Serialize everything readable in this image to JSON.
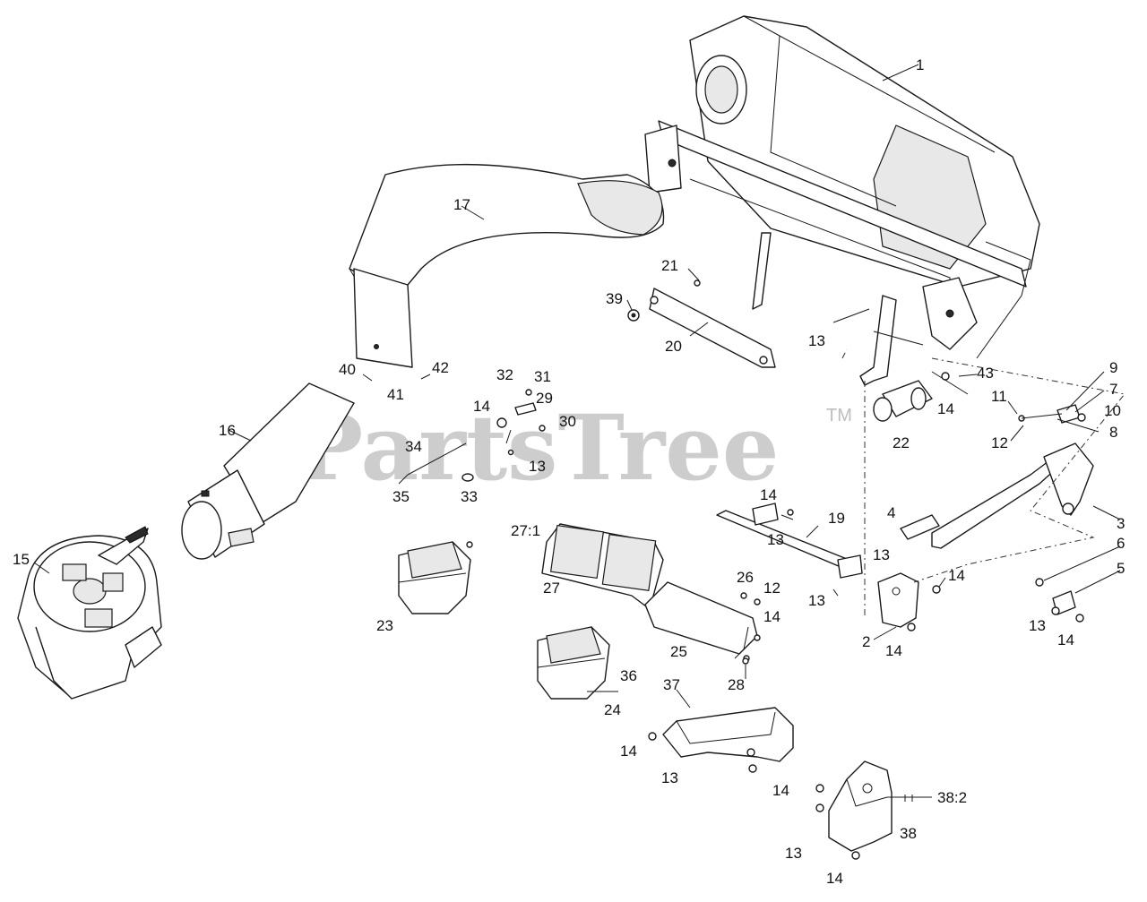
{
  "watermark": {
    "text": "PartsTree",
    "trademark": "TM"
  },
  "callouts": [
    {
      "id": "c1",
      "text": "1"
    },
    {
      "id": "c2",
      "text": "2"
    },
    {
      "id": "c3",
      "text": "3"
    },
    {
      "id": "c4",
      "text": "4"
    },
    {
      "id": "c5",
      "text": "5"
    },
    {
      "id": "c6",
      "text": "6"
    },
    {
      "id": "c7",
      "text": "7"
    },
    {
      "id": "c8",
      "text": "8"
    },
    {
      "id": "c9",
      "text": "9"
    },
    {
      "id": "c10",
      "text": "10"
    },
    {
      "id": "c11",
      "text": "11"
    },
    {
      "id": "c12a",
      "text": "12"
    },
    {
      "id": "c12b",
      "text": "12"
    },
    {
      "id": "c13a",
      "text": "13"
    },
    {
      "id": "c13b",
      "text": "13"
    },
    {
      "id": "c13c",
      "text": "13"
    },
    {
      "id": "c13d",
      "text": "13"
    },
    {
      "id": "c13e",
      "text": "13"
    },
    {
      "id": "c13f",
      "text": "13"
    },
    {
      "id": "c13g",
      "text": "13"
    },
    {
      "id": "c13h",
      "text": "13"
    },
    {
      "id": "c14a",
      "text": "14"
    },
    {
      "id": "c14b",
      "text": "14"
    },
    {
      "id": "c14c",
      "text": "14"
    },
    {
      "id": "c14d",
      "text": "14"
    },
    {
      "id": "c14e",
      "text": "14"
    },
    {
      "id": "c14f",
      "text": "14"
    },
    {
      "id": "c14g",
      "text": "14"
    },
    {
      "id": "c14h",
      "text": "14"
    },
    {
      "id": "c14i",
      "text": "14"
    },
    {
      "id": "c14j",
      "text": "14"
    },
    {
      "id": "c15",
      "text": "15"
    },
    {
      "id": "c16",
      "text": "16"
    },
    {
      "id": "c17",
      "text": "17"
    },
    {
      "id": "c19",
      "text": "19"
    },
    {
      "id": "c20",
      "text": "20"
    },
    {
      "id": "c21",
      "text": "21"
    },
    {
      "id": "c22",
      "text": "22"
    },
    {
      "id": "c23",
      "text": "23"
    },
    {
      "id": "c24",
      "text": "24"
    },
    {
      "id": "c25",
      "text": "25"
    },
    {
      "id": "c26",
      "text": "26"
    },
    {
      "id": "c27",
      "text": "27"
    },
    {
      "id": "c27x",
      "text": "27:1"
    },
    {
      "id": "c28",
      "text": "28"
    },
    {
      "id": "c29",
      "text": "29"
    },
    {
      "id": "c30",
      "text": "30"
    },
    {
      "id": "c31",
      "text": "31"
    },
    {
      "id": "c32",
      "text": "32"
    },
    {
      "id": "c33",
      "text": "33"
    },
    {
      "id": "c34",
      "text": "34"
    },
    {
      "id": "c35",
      "text": "35"
    },
    {
      "id": "c36",
      "text": "36"
    },
    {
      "id": "c37",
      "text": "37"
    },
    {
      "id": "c38",
      "text": "38"
    },
    {
      "id": "c38x",
      "text": "38:2"
    },
    {
      "id": "c39",
      "text": "39"
    },
    {
      "id": "c40",
      "text": "40"
    },
    {
      "id": "c41",
      "text": "41"
    },
    {
      "id": "c42",
      "text": "42"
    },
    {
      "id": "c43",
      "text": "43"
    }
  ]
}
